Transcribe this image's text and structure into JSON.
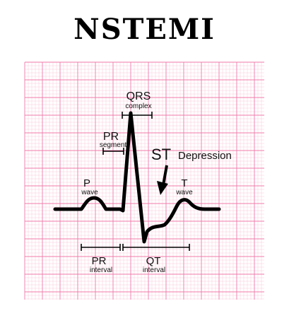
{
  "title": "NSTEMI",
  "colors": {
    "background": "#ffffff",
    "grid_major": "#f07aa8",
    "grid_minor": "#f9cadb",
    "trace": "#000000"
  },
  "labels": {
    "qrs": "QRS",
    "qrs_sub": "complex",
    "pr": "PR",
    "pr_sub": "segment",
    "st": "ST",
    "st_sub": "Depression",
    "p": "P",
    "p_sub": "wave",
    "t": "T",
    "t_sub": "wave",
    "pr_interval": "PR",
    "pr_interval_sub": "interval",
    "qt": "QT",
    "qt_sub": "interval"
  }
}
